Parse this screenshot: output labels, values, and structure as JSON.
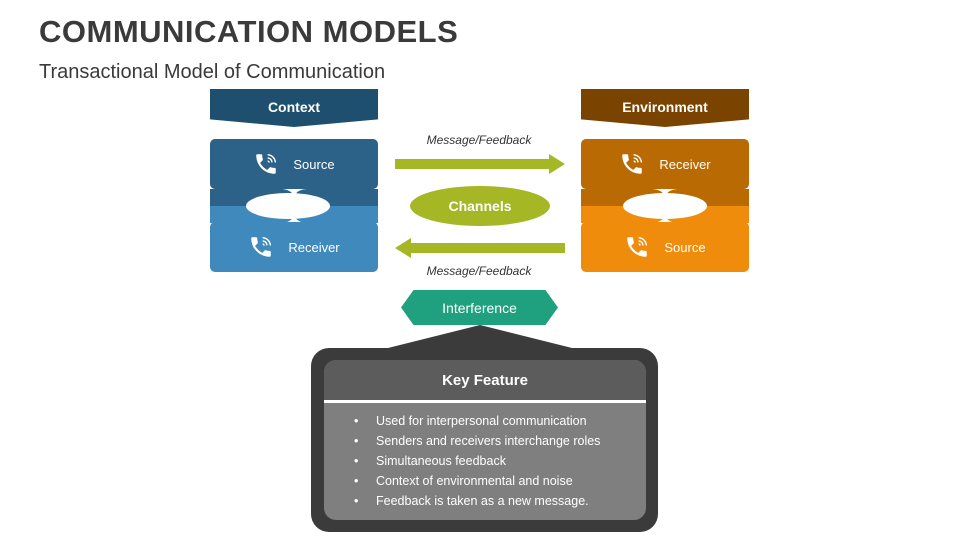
{
  "title": "COMMUNICATION MODELS",
  "subtitle": "Transactional Model of Communication",
  "left_party": {
    "header": "Context",
    "top_label": "Source",
    "bottom_label": "Receiver",
    "colors": {
      "header": "#1f4f6e",
      "top": "#2c6288",
      "bottom": "#4089bd"
    }
  },
  "right_party": {
    "header": "Environment",
    "top_label": "Receiver",
    "bottom_label": "Source",
    "colors": {
      "header": "#7a4300",
      "top": "#b96a02",
      "bottom": "#f08c0b"
    }
  },
  "arrows": {
    "top_label": "Message/Feedback",
    "bottom_label": "Message/Feedback",
    "color": "#a5b724"
  },
  "channels_label": "Channels",
  "interference_label": "Interference",
  "key_feature": {
    "heading": "Key Feature",
    "items": [
      "Used for interpersonal communication",
      "Senders and receivers interchange roles",
      "Simultaneous feedback",
      "Context of environmental and noise",
      "Feedback is taken as a new message."
    ]
  },
  "icons": {
    "phone": "phone-ringing-icon"
  }
}
